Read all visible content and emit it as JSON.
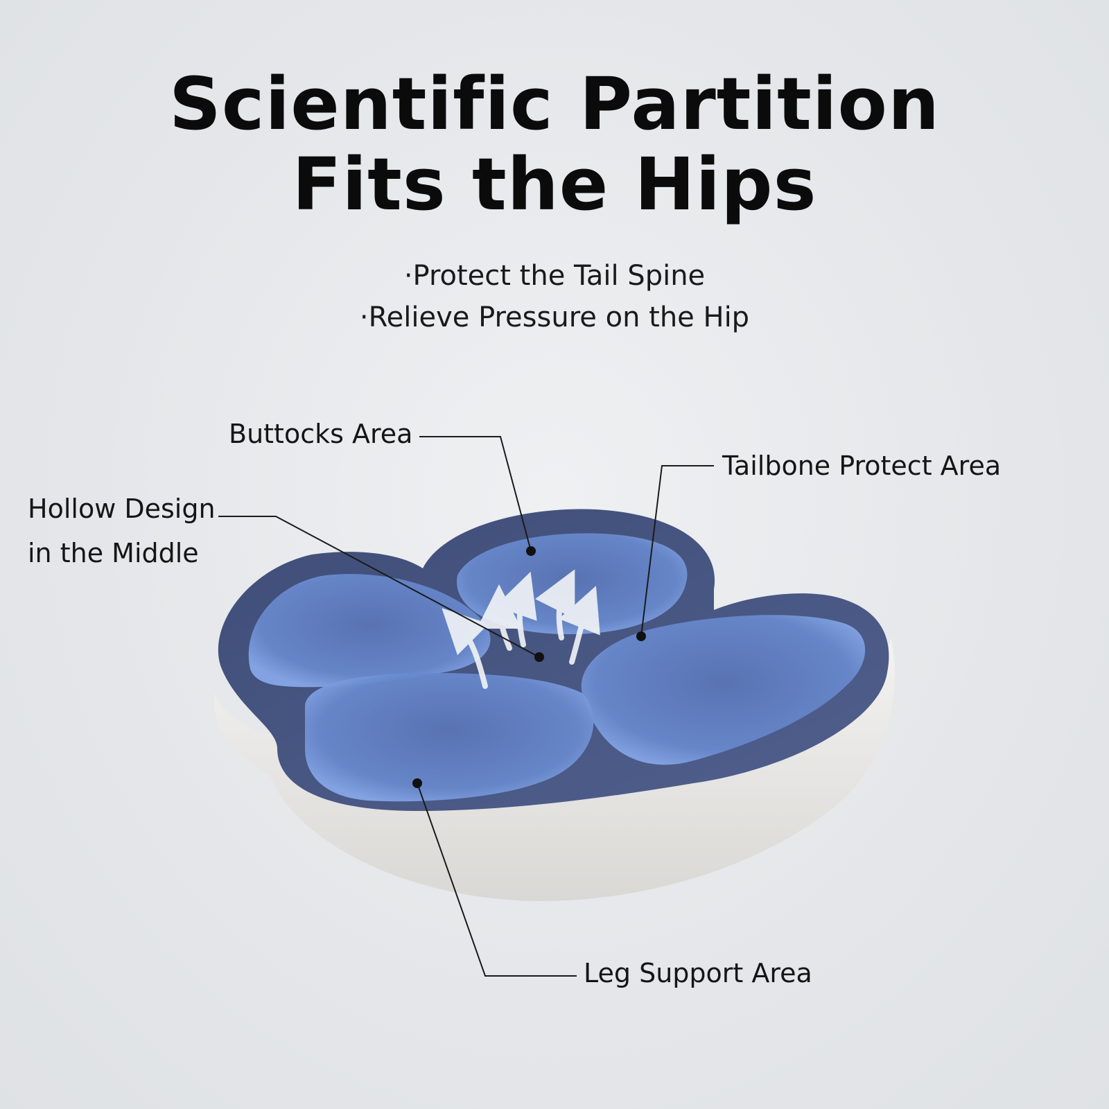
{
  "headline": {
    "line1": "Scientific Partition",
    "line2": "Fits the Hips"
  },
  "bullets": [
    "·Protect the Tail Spine",
    "·Relieve Pressure on the Hip"
  ],
  "callouts": {
    "buttocks": "Buttocks Area",
    "tailbone": "Tailbone Protect Area",
    "hollow_line1": "Hollow Design",
    "hollow_line2": "in the Middle",
    "leg": "Leg Support Area"
  },
  "colors": {
    "background": "#e6e8eb",
    "cushion_top": "#4a5a86",
    "cushion_gel": "#6c8ccf",
    "cushion_base": "#ecebe8",
    "text": "#111111"
  }
}
